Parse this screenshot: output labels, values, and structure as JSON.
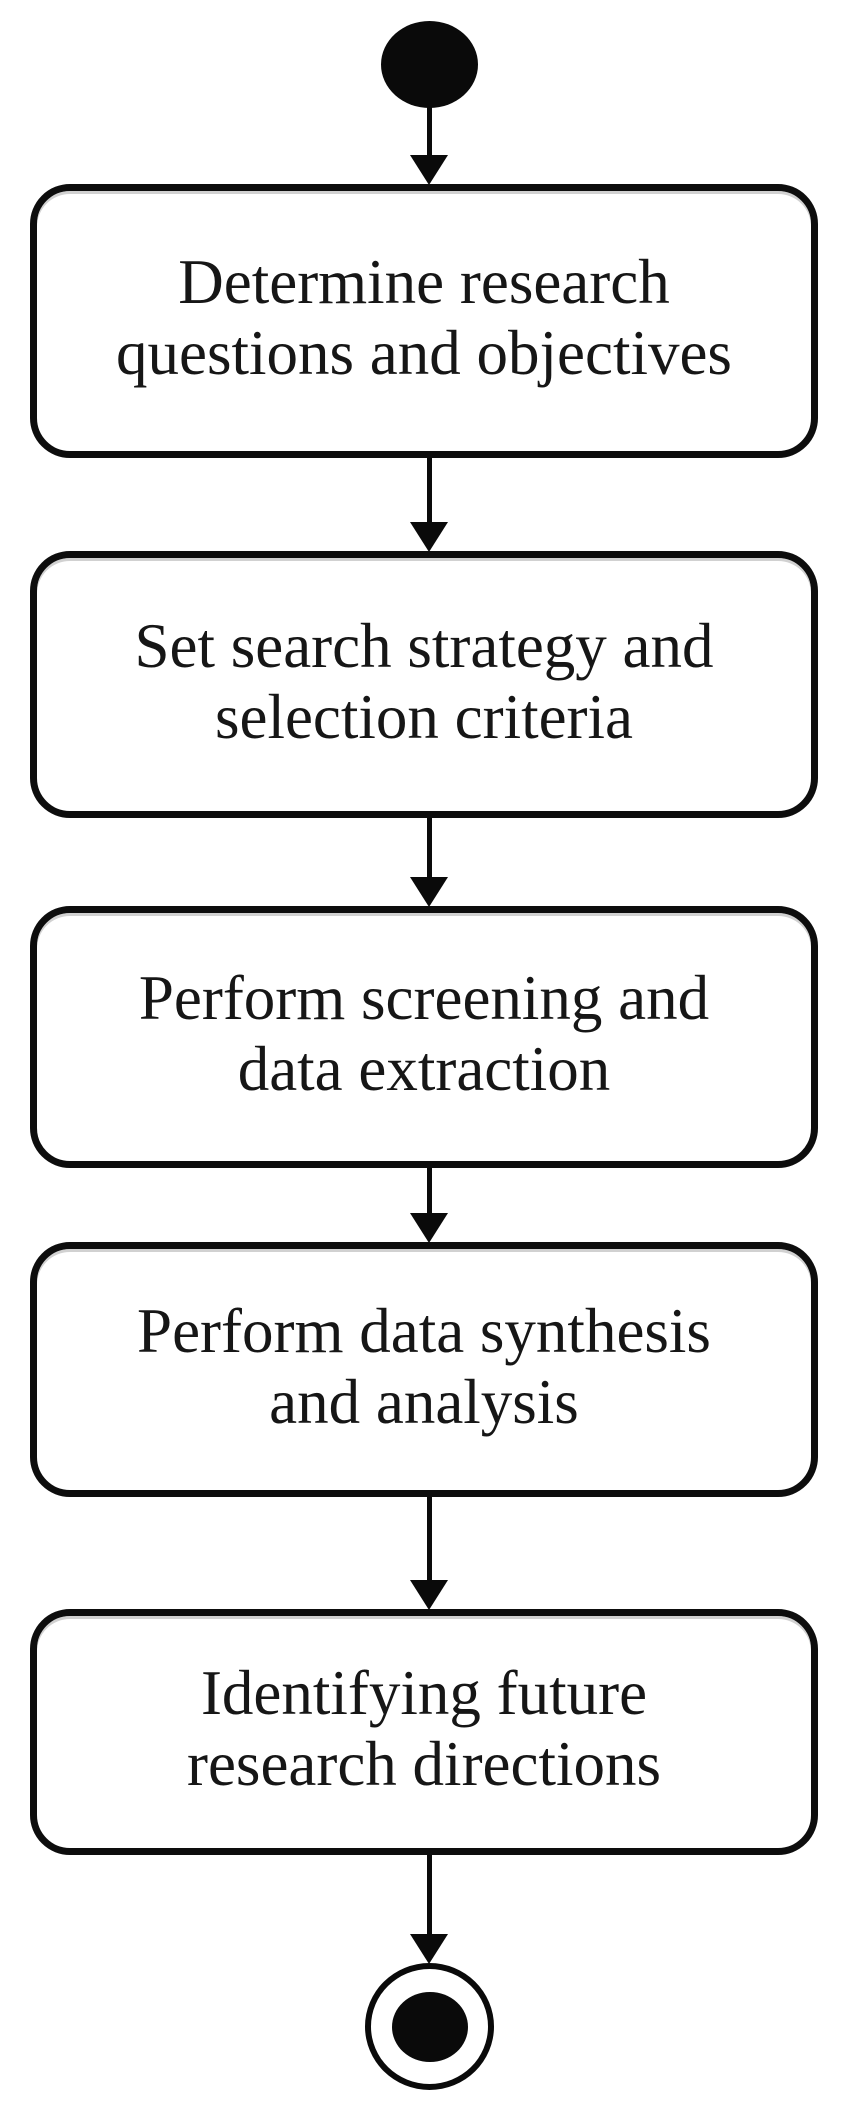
{
  "colors": {
    "stroke": "#0d0d0d",
    "fill": "#ffffff",
    "text": "#161616"
  },
  "icons": {
    "start": "filled-circle-initial-node",
    "end": "bullseye-final-node",
    "connector": "down-arrow"
  },
  "diagram": {
    "kind": "activity-flowchart",
    "steps": [
      {
        "text": "Determine research\nquestions and objectives"
      },
      {
        "text": "Set search strategy and\nselection criteria"
      },
      {
        "text": "Perform screening and\ndata extraction"
      },
      {
        "text": "Perform data synthesis\nand analysis"
      },
      {
        "text": "Identifying future\nresearch directions"
      }
    ]
  }
}
